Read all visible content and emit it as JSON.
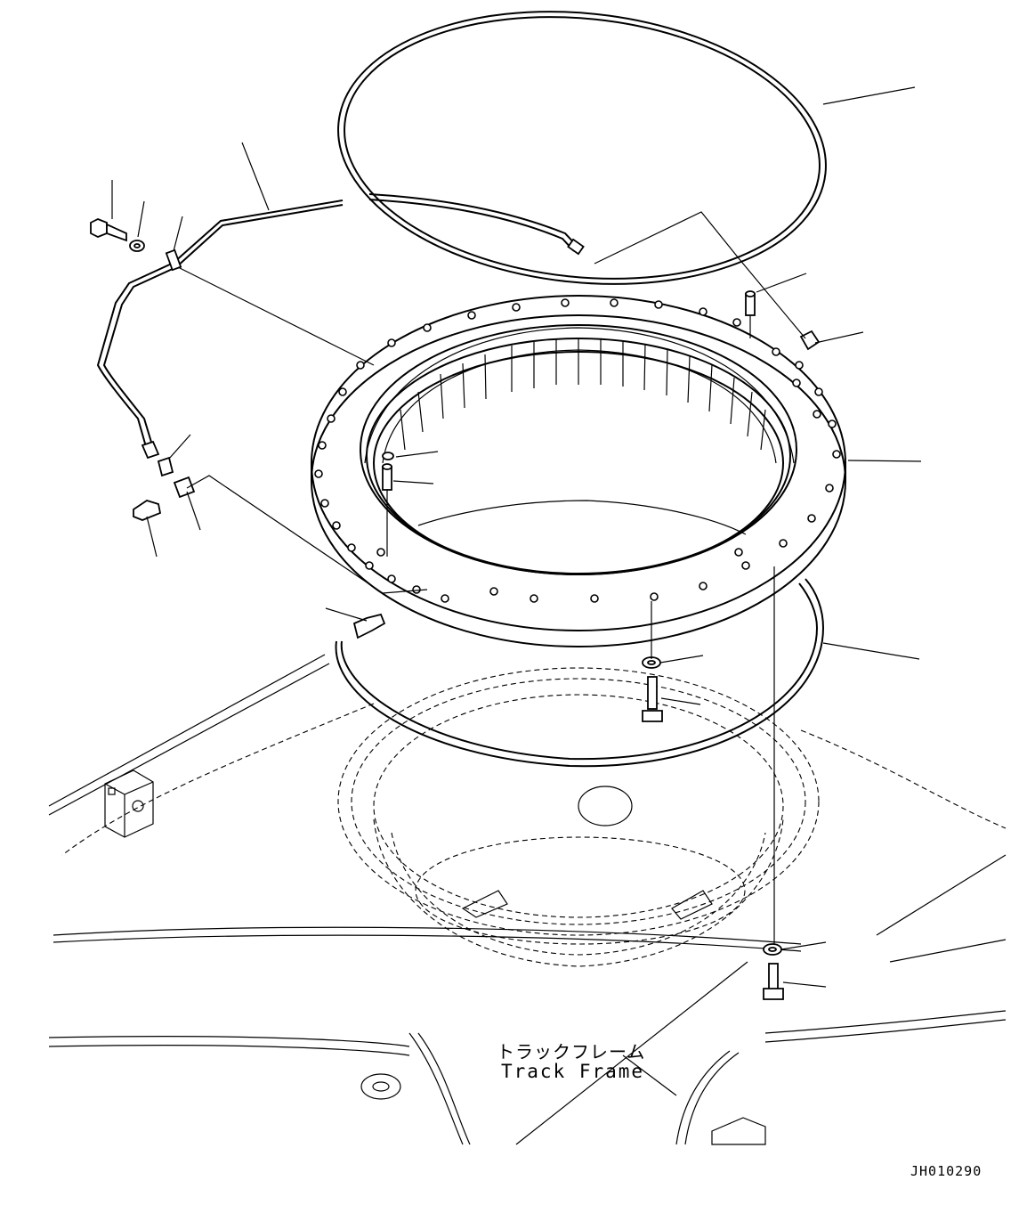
{
  "labels": {
    "track_frame_jp": "トラックフレーム",
    "track_frame_en": "Track Frame",
    "drawing_code": "JH010290"
  },
  "colors": {
    "line": "#000000",
    "background": "#ffffff"
  }
}
